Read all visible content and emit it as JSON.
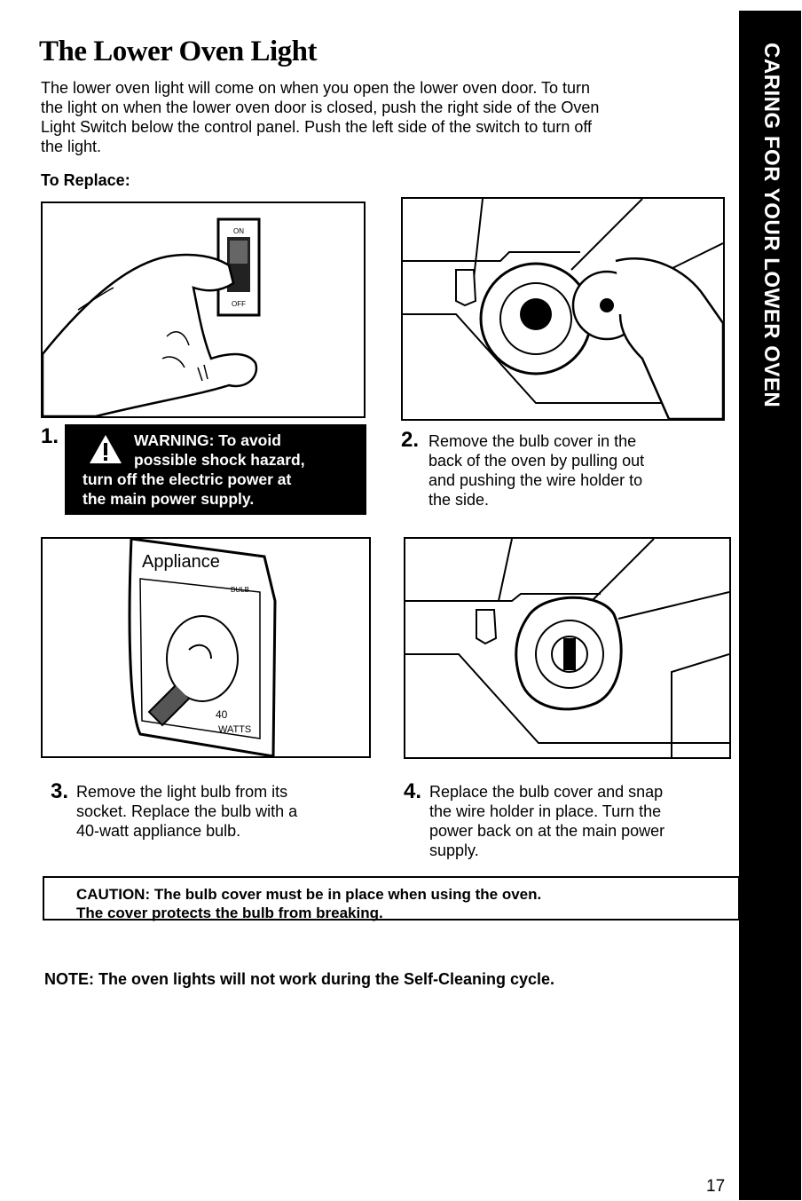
{
  "heading": "The Lower Oven Light",
  "intro": {
    "line1": "The lower oven light will come on when you open the lower oven door. To turn",
    "line2": "the light on when the lower oven door is closed, push the right side of the Oven",
    "line3": "Light Switch below the control panel. Push the left side of the switch to turn off",
    "line4": "the light."
  },
  "to_replace": "To Replace:",
  "side_tab": "CARING FOR YOUR LOWER OVEN",
  "figures": {
    "switch_on": "ON",
    "switch_off": "OFF",
    "bulb_brand": "Appliance",
    "bulb_word": "BULB",
    "bulb_40": "40",
    "bulb_watts": "WATTS"
  },
  "steps": [
    {
      "num": "1.",
      "warning": [
        "WARNING: To avoid",
        "possible shock hazard,",
        "turn off the electric power at",
        "the main power supply."
      ]
    },
    {
      "num": "2.",
      "lines": [
        "Remove the bulb cover in the",
        "back of the oven by pulling out",
        "and pushing the wire holder to",
        "the side."
      ]
    },
    {
      "num": "3.",
      "lines": [
        "Remove the light bulb from its",
        "socket. Replace the bulb with a",
        "40-watt appliance bulb."
      ]
    },
    {
      "num": "4.",
      "lines": [
        "Replace the bulb cover and snap",
        "the wire holder in place. Turn the",
        "power back on at the main power",
        "supply."
      ]
    }
  ],
  "caution": {
    "line1": "CAUTION: The bulb cover must be in place when using the oven.",
    "line2": "The cover protects the bulb from breaking."
  },
  "note": "NOTE: The oven lights will not work during the Self-Cleaning cycle.",
  "page_number": "17"
}
